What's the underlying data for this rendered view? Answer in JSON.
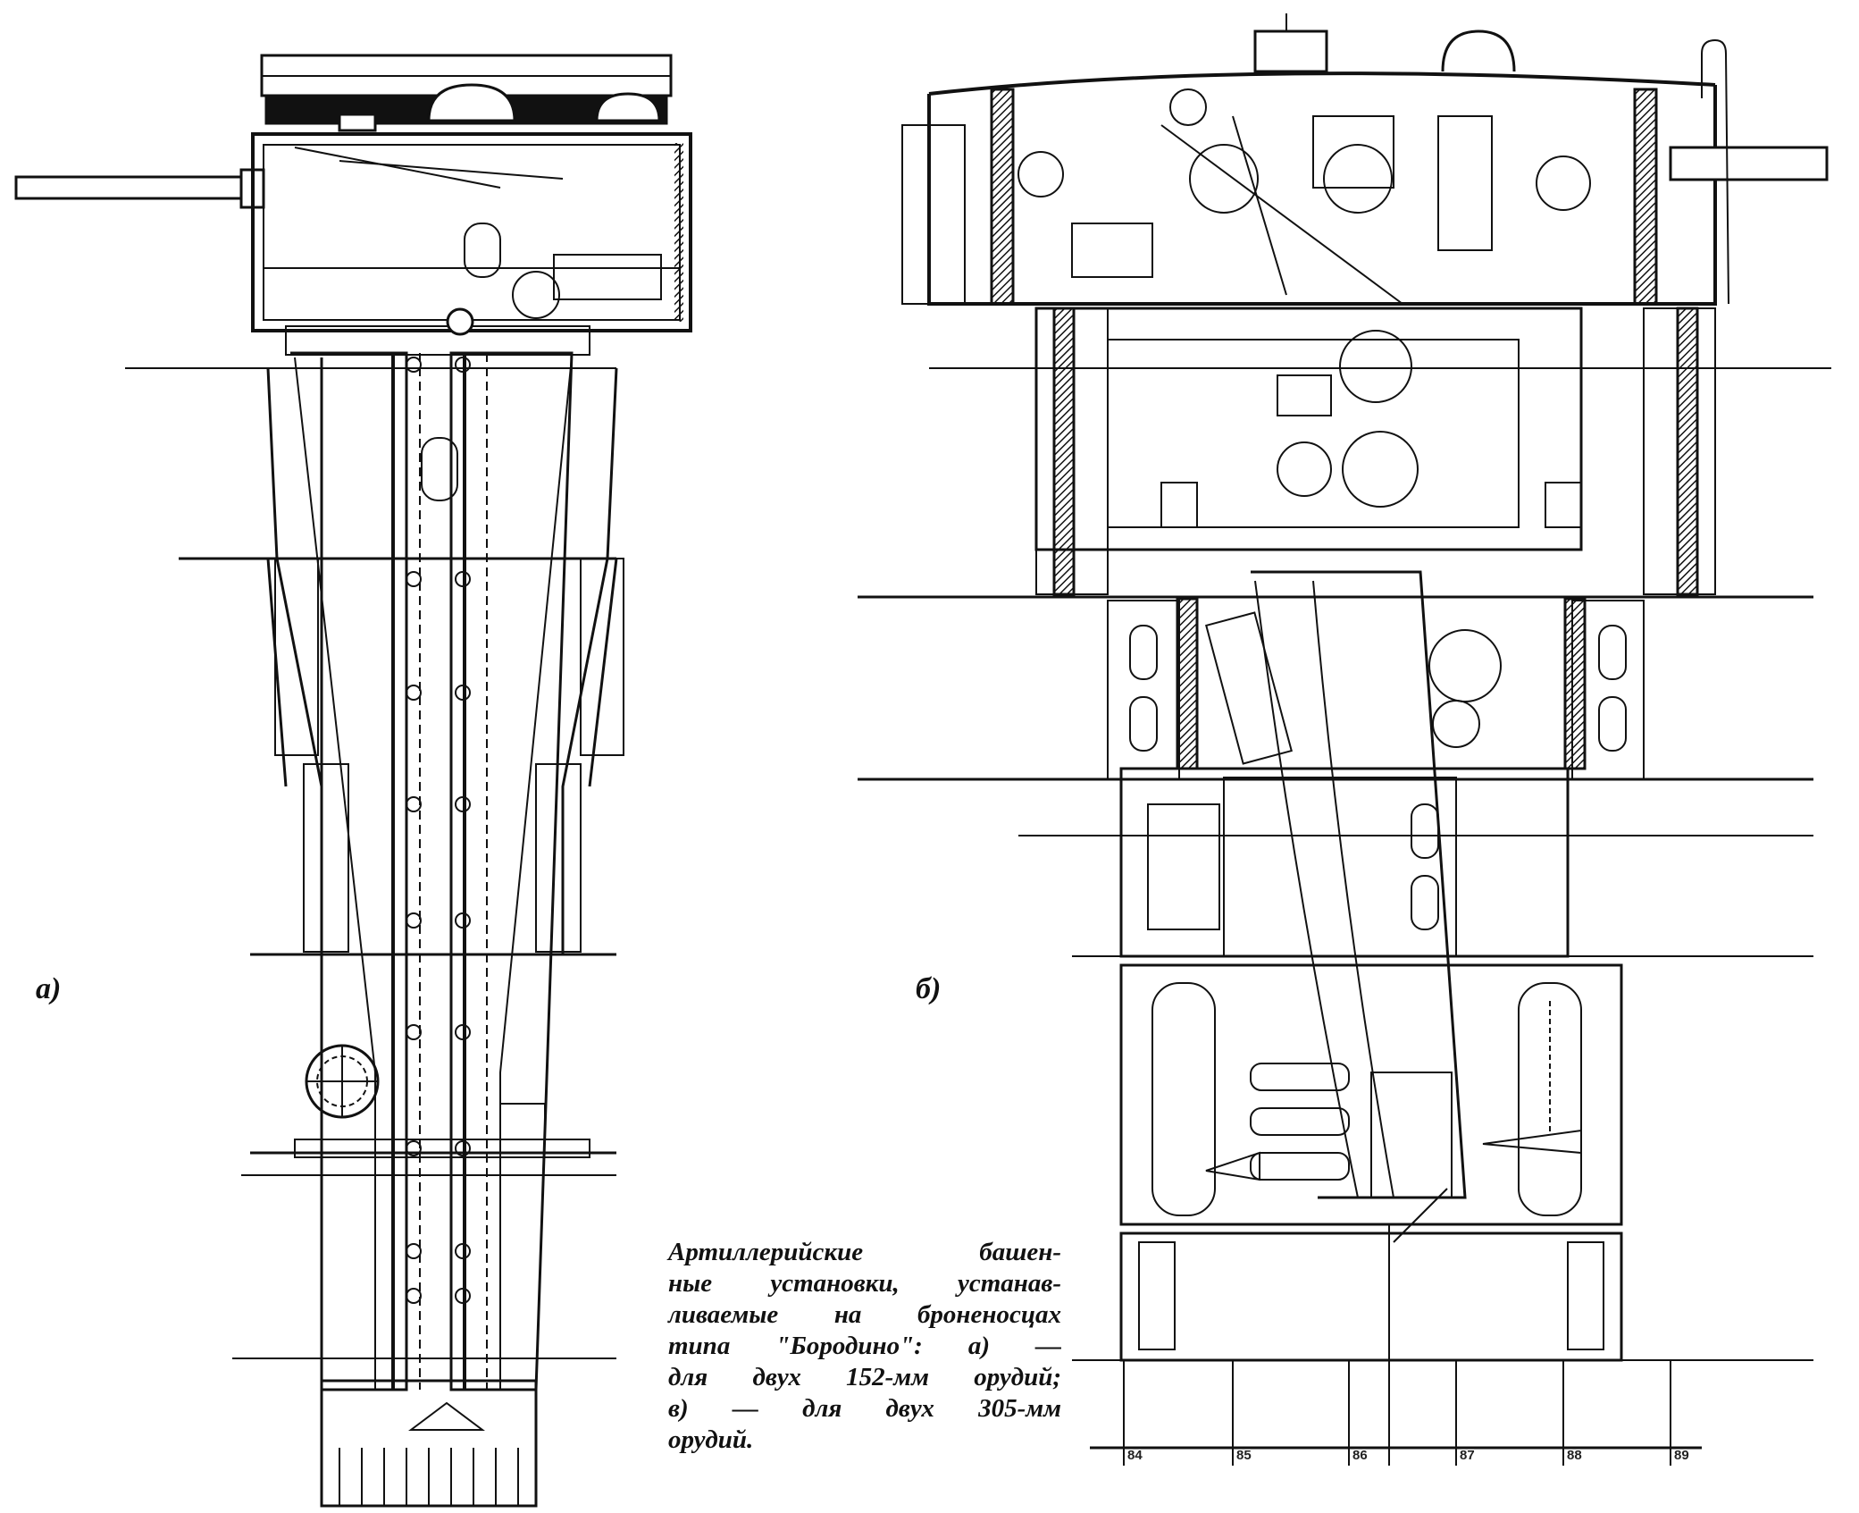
{
  "figure_labels": {
    "a": "а)",
    "b": "б)"
  },
  "caption_lines": [
    "Артиллерийские башен-",
    "ные установки, устанав-",
    "ливаемые на броненосцах",
    "типа \"Бородино\": а) —",
    "для двух 152-мм орудий;",
    "в) — для двух 305-мм",
    "орудий."
  ],
  "frame_ticks": [
    "84",
    "85",
    "86",
    "87",
    "88",
    "89"
  ]
}
